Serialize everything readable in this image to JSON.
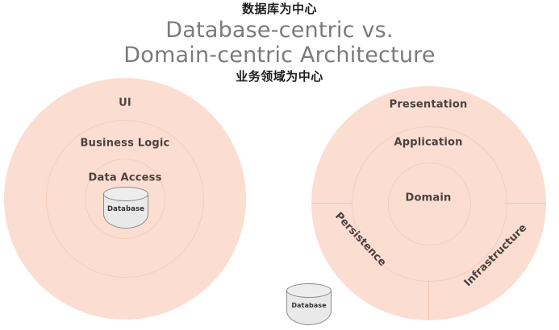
{
  "title": {
    "cn_top": "数据库为中心",
    "line1": "Database-centric vs.",
    "line2": "Domain-centric Architecture",
    "cn_bottom": "业务领域为中心"
  },
  "colors": {
    "ring_fill": "#fbddd1",
    "ring_stroke": "#f4c9b4",
    "label_text": "#4a4340",
    "title_text": "#7a7a7a",
    "cn_text": "#1d1d1d",
    "db_fill": "#e9e9e9",
    "db_stroke": "#8c8c8c",
    "background": "#ffffff"
  },
  "left_diagram": {
    "name": "Database-centric Architecture",
    "layers": [
      {
        "label": "UI"
      },
      {
        "label": "Business Logic"
      },
      {
        "label": "Data Access"
      }
    ],
    "center_node": {
      "label": "Database",
      "shape": "cylinder"
    }
  },
  "right_diagram": {
    "name": "Domain-centric Architecture",
    "layers": [
      {
        "label": "Presentation"
      },
      {
        "label": "Application"
      },
      {
        "label": "Domain"
      }
    ],
    "outer_segments": [
      {
        "label": "Persistence"
      },
      {
        "label": "Infrastructure"
      }
    ],
    "external_node": {
      "label": "Database",
      "shape": "cylinder"
    }
  }
}
